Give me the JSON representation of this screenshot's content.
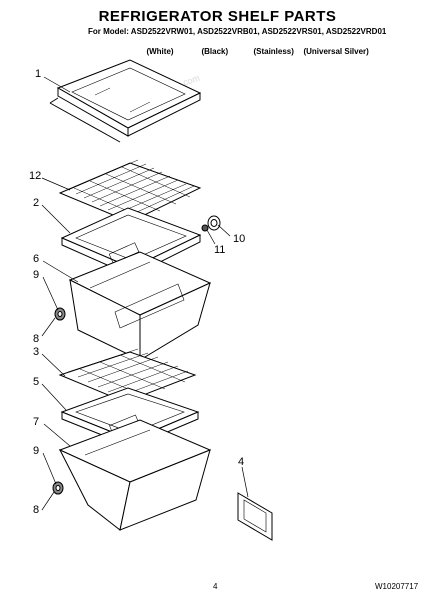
{
  "header": {
    "title": "REFRIGERATOR SHELF PARTS",
    "model_line": "For Model: ASD2522VRW01, ASD2522VRB01, ASD2522VRS01, ASD2522VRD01",
    "finishes": [
      "(White)",
      "(Black)",
      "(Stainless)",
      "(Universal Silver)"
    ]
  },
  "watermark": "© AppliancePartsPros.com",
  "callouts": [
    "1",
    "12",
    "2",
    "10",
    "11",
    "6",
    "9",
    "8",
    "3",
    "5",
    "7",
    "9",
    "8",
    "4"
  ],
  "footer": {
    "page_number": "4",
    "document_number": "W10207717"
  }
}
